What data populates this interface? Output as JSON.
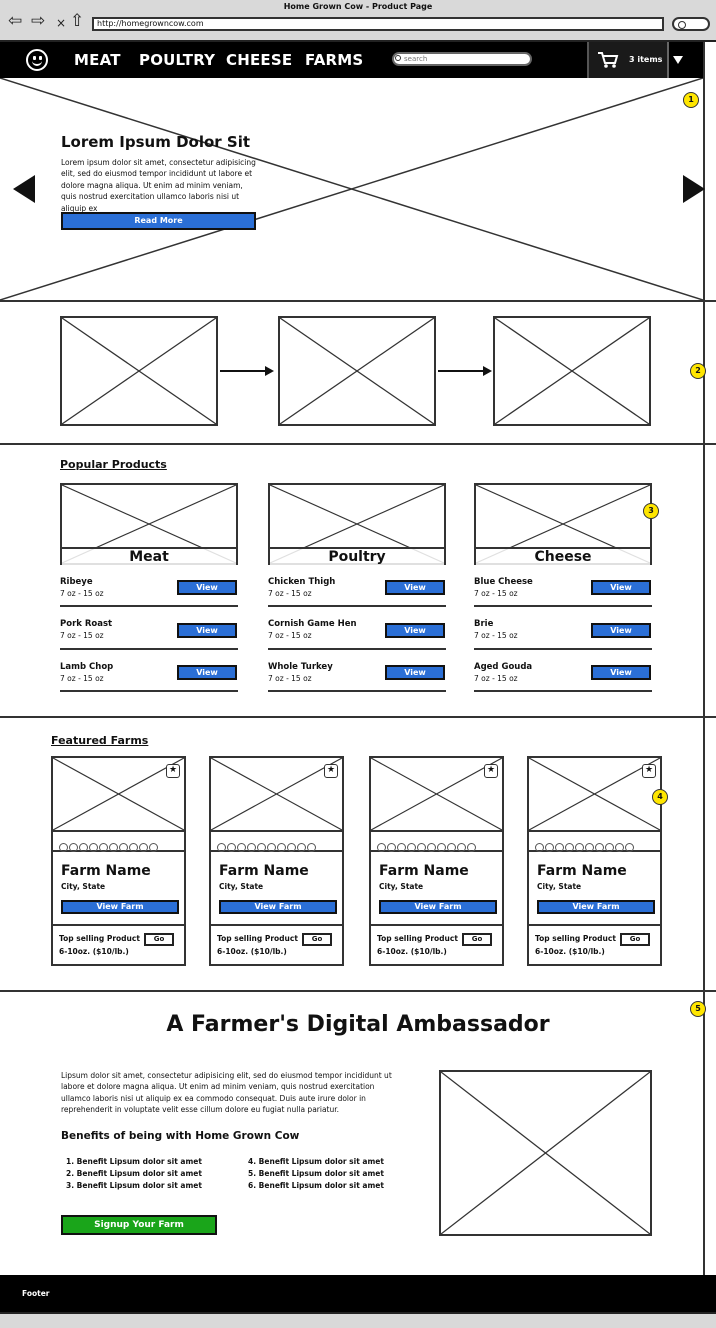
{
  "window": {
    "title": "Home Grown Cow - Product Page",
    "url": "http://homegrowncow.com"
  },
  "icons": {
    "back": "back-arrow-icon",
    "forward": "forward-arrow-icon",
    "close": "close-icon",
    "home": "home-icon",
    "search": "search-icon",
    "logo": "smiley-logo-icon",
    "cart": "cart-icon",
    "star": "star-icon"
  },
  "nav": {
    "links": [
      "MEAT",
      "POULTRY",
      "CHEESE",
      "FARMS"
    ],
    "search_placeholder": "search",
    "cart_label": "3 items"
  },
  "hero": {
    "title": "Lorem Ipsum Dolor Sit",
    "body": "Lorem ipsum dolor sit amet, consectetur adipisicing elit, sed do eiusmod tempor incididunt ut labore et dolore magna aliqua. Ut enim ad minim veniam, quis nostrud exercitation ullamco laboris nisi ut aliquip ex",
    "button": "Read More"
  },
  "markers": [
    "1",
    "2",
    "3",
    "4",
    "5"
  ],
  "popular": {
    "title": "Popular Products",
    "view_label": "View",
    "categories": [
      {
        "name": "Meat",
        "products": [
          {
            "name": "Ribeye",
            "size": "7 oz - 15 oz"
          },
          {
            "name": "Pork Roast",
            "size": "7 oz - 15 oz"
          },
          {
            "name": "Lamb Chop",
            "size": "7 oz - 15 oz"
          }
        ]
      },
      {
        "name": "Poultry",
        "products": [
          {
            "name": "Chicken Thigh",
            "size": "7 oz - 15 oz"
          },
          {
            "name": "Cornish Game Hen",
            "size": "7 oz - 15 oz"
          },
          {
            "name": "Whole Turkey",
            "size": "7 oz - 15 oz"
          }
        ]
      },
      {
        "name": "Cheese",
        "products": [
          {
            "name": "Blue Cheese",
            "size": "7 oz - 15 oz"
          },
          {
            "name": "Brie",
            "size": "7 oz - 15 oz"
          },
          {
            "name": "Aged Gouda",
            "size": "7 oz - 15 oz"
          }
        ]
      }
    ]
  },
  "farms": {
    "title": "Featured Farms",
    "cards": [
      {
        "name": "Farm Name",
        "location": "City, State",
        "button": "View Farm",
        "top_label": "Top selling Product",
        "price": "6-10oz. ($10/lb.)",
        "go": "Go"
      },
      {
        "name": "Farm Name",
        "location": "City, State",
        "button": "View Farm",
        "top_label": "Top selling Product",
        "price": "6-10oz. ($10/lb.)",
        "go": "Go"
      },
      {
        "name": "Farm Name",
        "location": "City, State",
        "button": "View Farm",
        "top_label": "Top selling Product",
        "price": "6-10oz. ($10/lb.)",
        "go": "Go"
      },
      {
        "name": "Farm Name",
        "location": "City, State",
        "button": "View Farm",
        "top_label": "Top selling Product",
        "price": "6-10oz. ($10/lb.)",
        "go": "Go"
      }
    ]
  },
  "ambassador": {
    "title": "A Farmer's Digital Ambassador",
    "body": "Lipsum dolor sit amet, consectetur adipisicing elit, sed do eiusmod tempor incididunt ut labore et dolore magna aliqua. Ut enim ad minim veniam, quis nostrud exercitation ullamco laboris nisi ut aliquip ex ea commodo consequat. Duis aute irure dolor in reprehenderit in voluptate velit esse cillum dolore eu fugiat nulla pariatur.",
    "benefits_title": "Benefits of being with Home Grown Cow",
    "benefits": [
      "1. Benefit Lipsum dolor sit amet",
      "2. Benefit Lipsum dolor sit amet",
      "3. Benefit Lipsum dolor sit amet",
      "4. Benefit Lipsum dolor sit amet",
      "5. Benefit Lipsum dolor sit amet",
      "6. Benefit Lipsum dolor sit amet"
    ],
    "signup": "Signup Your Farm"
  },
  "footer": {
    "label": "Footer"
  }
}
